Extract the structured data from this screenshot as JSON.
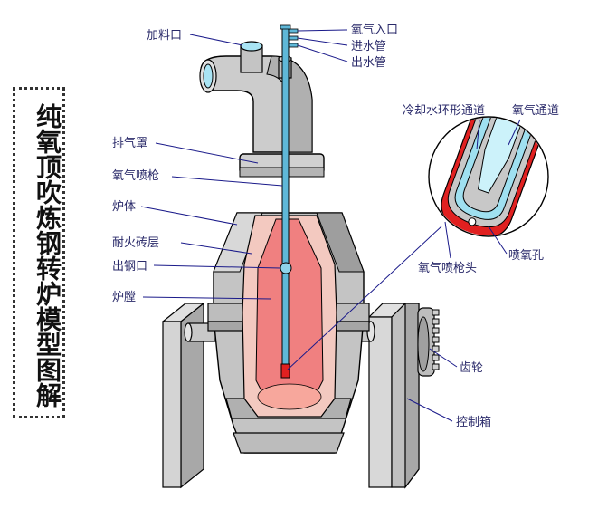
{
  "title": "纯氧顶吹炼钢转炉模型图解",
  "labels": {
    "feed_port": "加料口",
    "oxygen_inlet": "氧气入口",
    "water_in": "进水管",
    "water_out": "出水管",
    "exhaust_hood": "排气罩",
    "oxygen_lance": "氧气喷枪",
    "furnace_body": "炉体",
    "refractory": "耐火砖层",
    "tap_hole": "出钢口",
    "furnace_chamber": "炉膛",
    "cooling_channel": "冷却水环形通道",
    "oxygen_channel": "氧气通道",
    "lance_tip": "氧气喷枪头",
    "oxygen_holes": "喷氧孔",
    "gear": "齿轮",
    "control_box": "控制箱"
  },
  "colors": {
    "label_text": "#2a2a6a",
    "steel_gray": "#c8c8c8",
    "outline": "#000000",
    "refractory_pink": "#f3c9c0",
    "molten_red": "#f08080",
    "lance_blue": "#5fb8d8",
    "cooling_blue": "#9fe0f0",
    "tip_red": "#e02020",
    "leader_line": "#1a1a8a"
  }
}
